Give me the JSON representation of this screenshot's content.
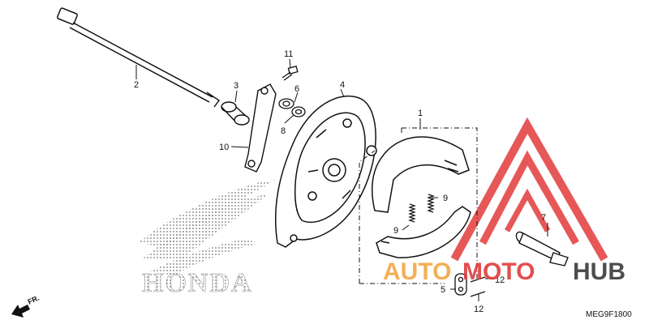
{
  "diagram": {
    "callouts": [
      {
        "id": "1",
        "label": "1"
      },
      {
        "id": "2",
        "label": "2"
      },
      {
        "id": "3",
        "label": "3"
      },
      {
        "id": "4",
        "label": "4"
      },
      {
        "id": "5",
        "label": "5"
      },
      {
        "id": "6",
        "label": "6"
      },
      {
        "id": "7",
        "label": "7"
      },
      {
        "id": "8",
        "label": "8"
      },
      {
        "id": "9a",
        "label": "9"
      },
      {
        "id": "9b",
        "label": "9"
      },
      {
        "id": "10",
        "label": "10"
      },
      {
        "id": "11",
        "label": "11"
      },
      {
        "id": "12a",
        "label": "12"
      },
      {
        "id": "12b",
        "label": "12"
      }
    ],
    "diagram_code": "MEG9F1800",
    "direction_label": "FR.",
    "brand_logo_text": "HONDA",
    "watermark": {
      "text_part1": "AUTO",
      "text_part2": "MOTO",
      "text_part3": "HUB",
      "color_red": "#e23b3b",
      "color_orange": "#f2a23a",
      "color_dark": "#3a3a3a"
    }
  }
}
